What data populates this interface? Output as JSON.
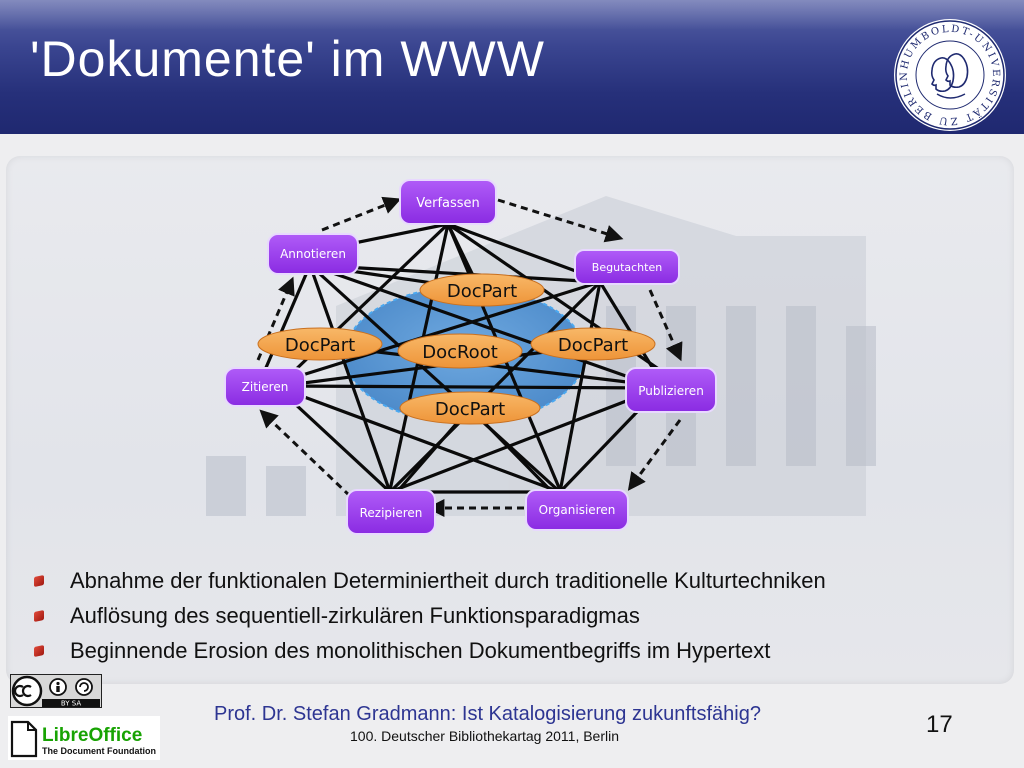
{
  "slide": {
    "title": "'Dokumente' im WWW"
  },
  "seal": {
    "text": "HUMBOLDT-UNIVERSITÄT ZU BERLIN"
  },
  "diagram": {
    "process_nodes": [
      {
        "id": "verfassen",
        "label": "Verfassen"
      },
      {
        "id": "begutachten",
        "label": "Begutachten"
      },
      {
        "id": "publizieren",
        "label": "Publizieren"
      },
      {
        "id": "organisieren",
        "label": "Organisieren"
      },
      {
        "id": "rezipieren",
        "label": "Rezipieren"
      },
      {
        "id": "zitieren",
        "label": "Zitieren"
      },
      {
        "id": "annotieren",
        "label": "Annotieren"
      }
    ],
    "document_nodes": [
      {
        "id": "docpart_top",
        "label": "DocPart"
      },
      {
        "id": "docpart_left",
        "label": "DocPart"
      },
      {
        "id": "docroot",
        "label": "DocRoot"
      },
      {
        "id": "docpart_right",
        "label": "DocPart"
      },
      {
        "id": "docpart_bottom",
        "label": "DocPart"
      }
    ],
    "colors": {
      "process_fill": "#9c3cf0",
      "document_fill": "#f3a348",
      "core_fill": "#5b9bd5",
      "edge": "#0a0a0a"
    }
  },
  "bullets": [
    "Abnahme der funktionalen Determiniertheit durch traditionelle Kulturtechniken",
    "Auflösung des sequentiell-zirkulären Funktionsparadigmas",
    "Beginnende Erosion des monolithischen Dokumentbegriffs im Hypertext"
  ],
  "footer": {
    "author": "Prof. Dr. Stefan Gradmann: Ist Katalogisierung zukunftsfähig?",
    "event": "100. Deutscher Bibliothekartag 2011, Berlin",
    "page_number": "17"
  },
  "license": {
    "cc_label": "BY SA",
    "libreoffice_name": "LibreOffice",
    "libreoffice_tagline": "The Document Foundation"
  }
}
